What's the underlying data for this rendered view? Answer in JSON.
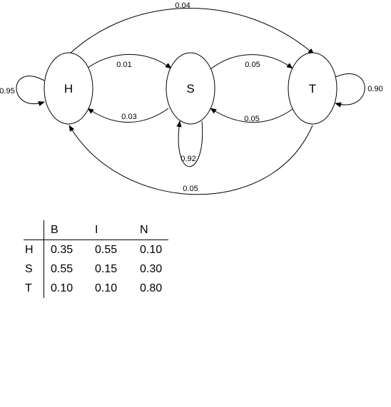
{
  "states": [
    {
      "id": "H",
      "label": "H"
    },
    {
      "id": "S",
      "label": "S"
    },
    {
      "id": "T",
      "label": "T"
    }
  ],
  "transitions": [
    {
      "from": "H",
      "to": "H",
      "label": "0.95"
    },
    {
      "from": "H",
      "to": "S",
      "label": "0.01"
    },
    {
      "from": "H",
      "to": "T",
      "label": "0.04"
    },
    {
      "from": "S",
      "to": "H",
      "label": "0.03"
    },
    {
      "from": "S",
      "to": "S",
      "label": "0.92"
    },
    {
      "from": "S",
      "to": "T",
      "label": "0.05"
    },
    {
      "from": "T",
      "to": "H",
      "label": "0.05"
    },
    {
      "from": "T",
      "to": "S",
      "label": "0.05"
    },
    {
      "from": "T",
      "to": "T",
      "label": "0.90"
    }
  ],
  "emission_table": {
    "columns": [
      "B",
      "I",
      "N"
    ],
    "rows": [
      {
        "state": "H",
        "values": [
          "0.35",
          "0.55",
          "0.10"
        ]
      },
      {
        "state": "S",
        "values": [
          "0.55",
          "0.15",
          "0.30"
        ]
      },
      {
        "state": "T",
        "values": [
          "0.10",
          "0.10",
          "0.80"
        ]
      }
    ]
  }
}
